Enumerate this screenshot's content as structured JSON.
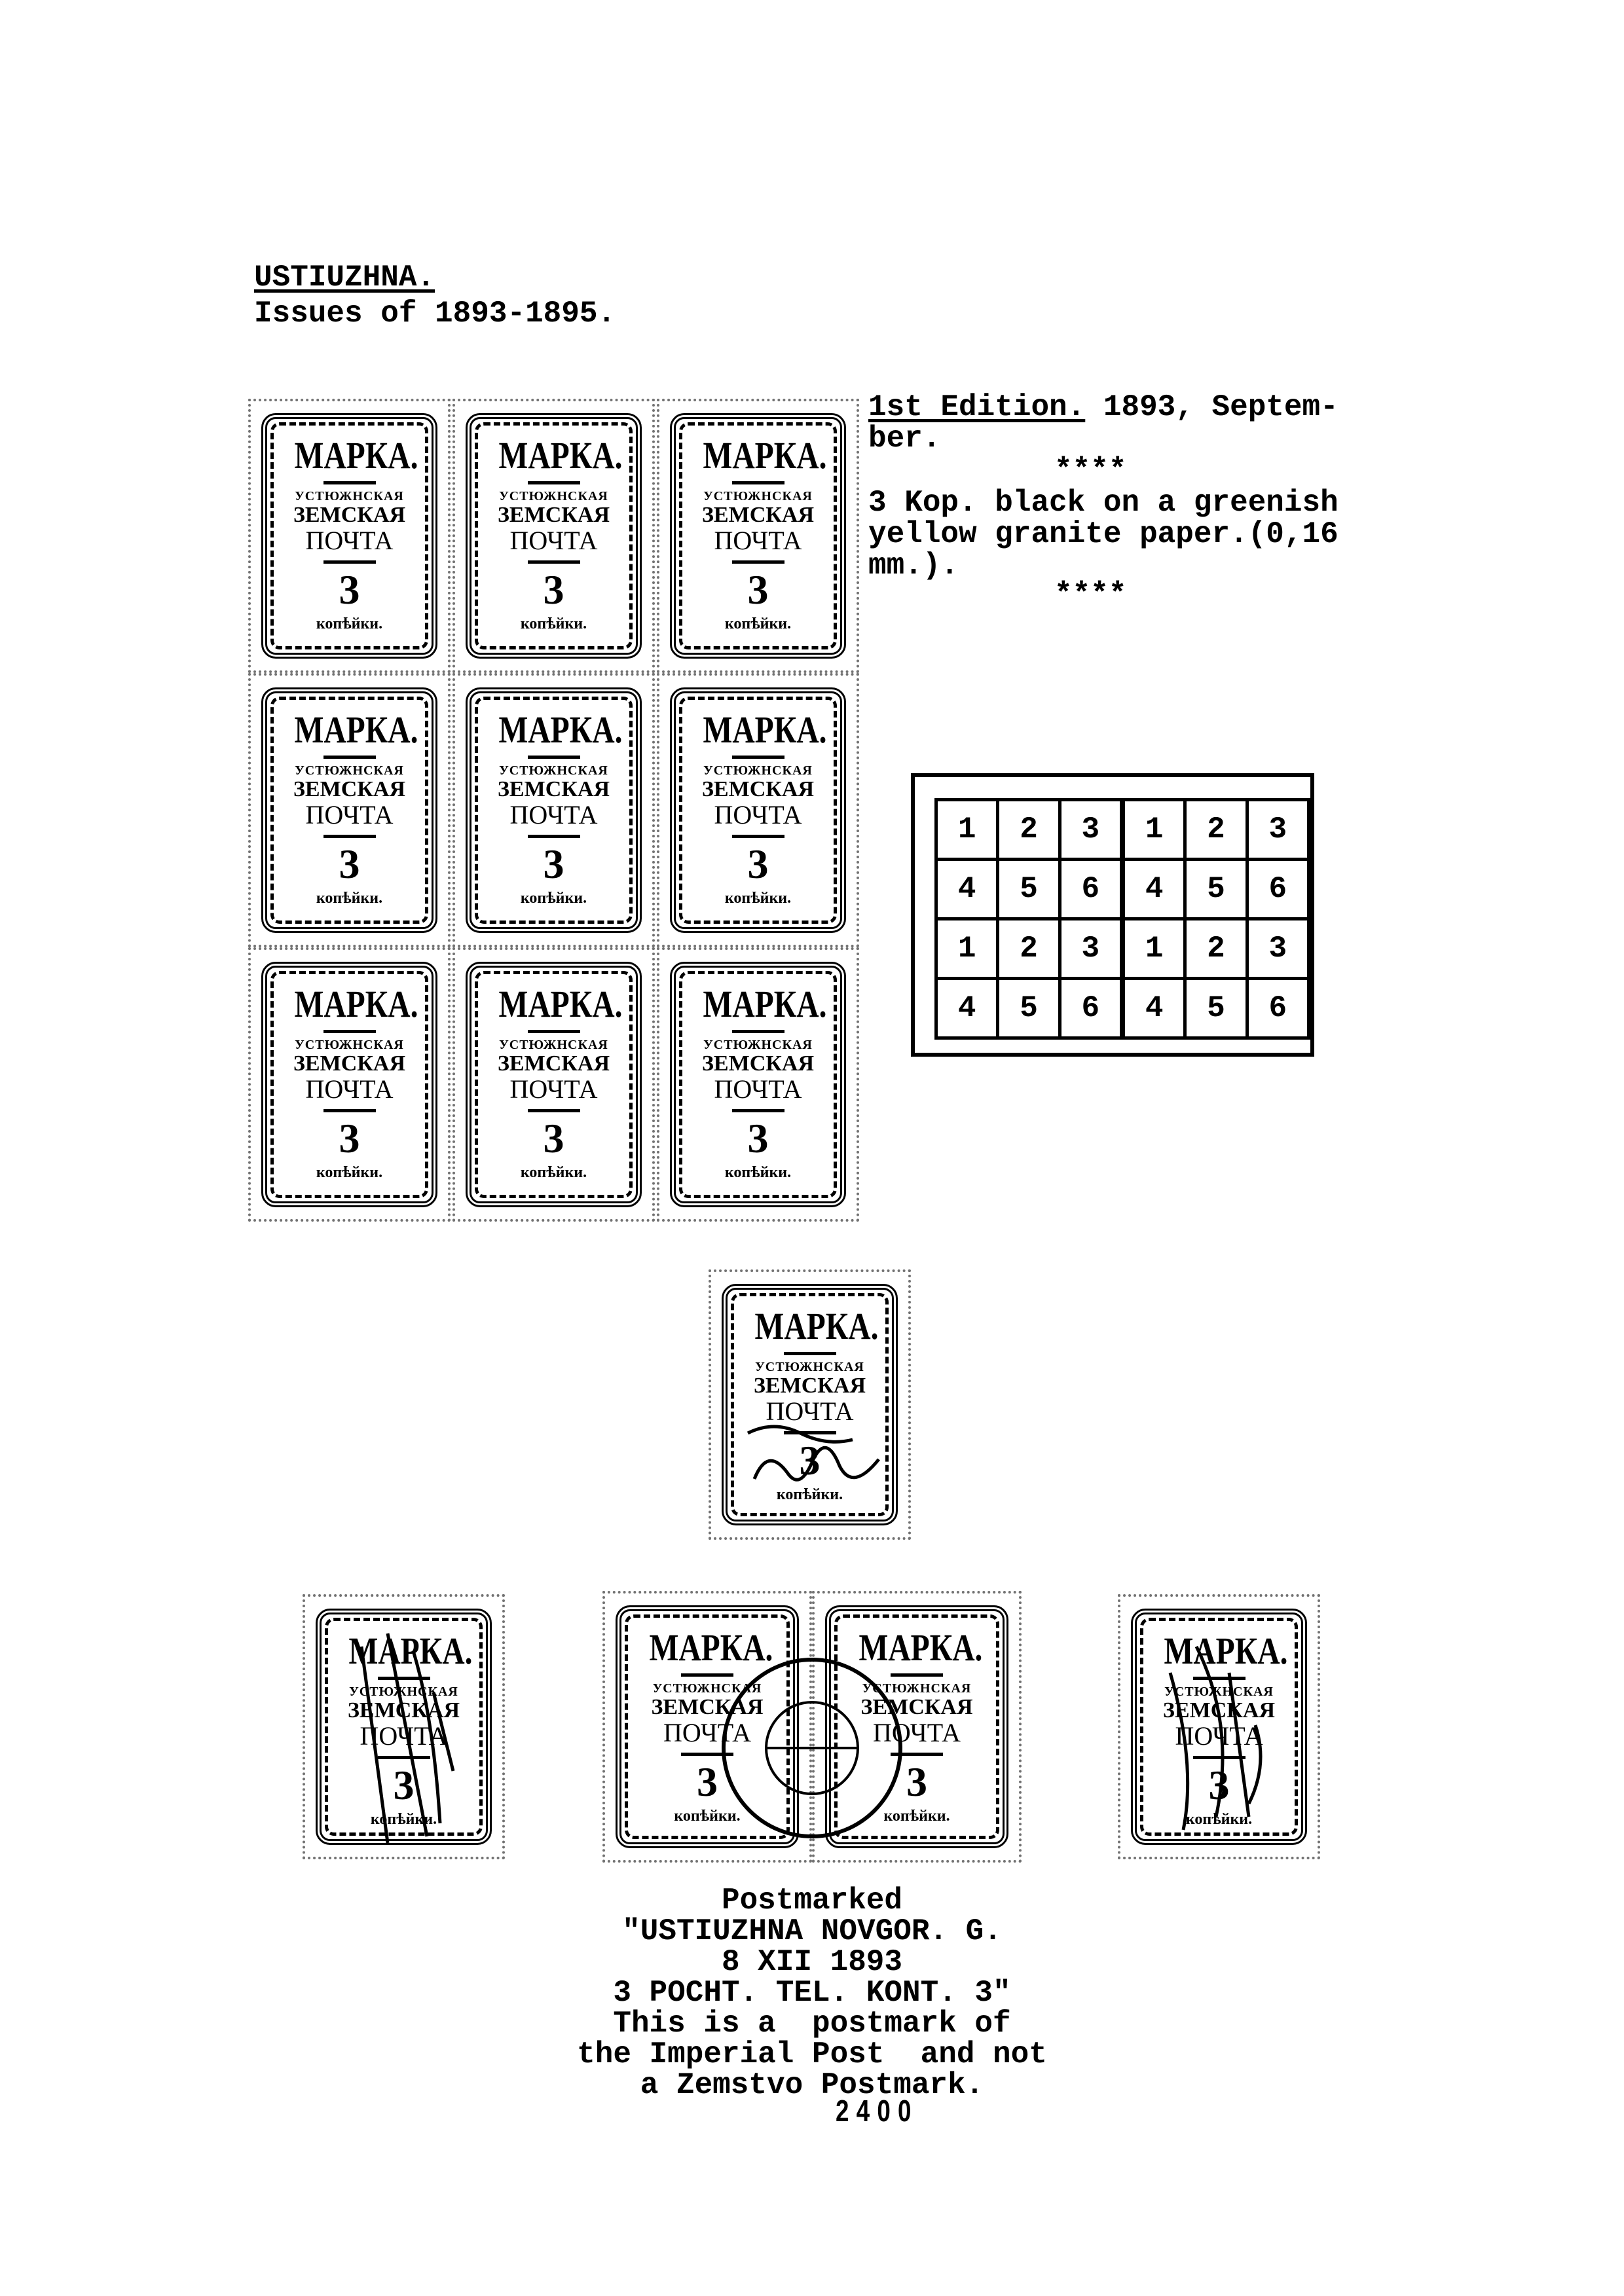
{
  "header": {
    "title": "USTIUZHNA.",
    "subtitle": "Issues of 1893-1895."
  },
  "description": {
    "edition_label": "1st Edition.",
    "line1_rest": " 1893, Septem-",
    "line2": "ber.",
    "stars1": "****",
    "line3": "3 Kop. black on a greenish",
    "line4": "yellow granite paper.(0,16",
    "line5": "mm.).",
    "stars2": "****"
  },
  "stamp": {
    "marka": "МАРКА.",
    "town": "УСТЮЖНСКАЯ",
    "zemskaya": "ЗЕМСКАЯ",
    "pochta": "ПОЧТА",
    "value": "3",
    "currency": "копѣйки."
  },
  "plate_diagram": {
    "rows": [
      [
        "1",
        "2",
        "3",
        "1",
        "2",
        "3"
      ],
      [
        "4",
        "5",
        "6",
        "4",
        "5",
        "6"
      ],
      [
        "1",
        "2",
        "3",
        "1",
        "2",
        "3"
      ],
      [
        "4",
        "5",
        "6",
        "4",
        "5",
        "6"
      ]
    ]
  },
  "caption": {
    "lines": [
      "Postmarked",
      "\"USTIUZHNA NOVGOR. G.",
      "8 XII 1893",
      "3 POCHT. TEL. KONT. 3\"",
      "This is a  postmark of",
      "the Imperial Post  and not",
      "a Zemstvo Postmark."
    ],
    "number": "2400"
  }
}
